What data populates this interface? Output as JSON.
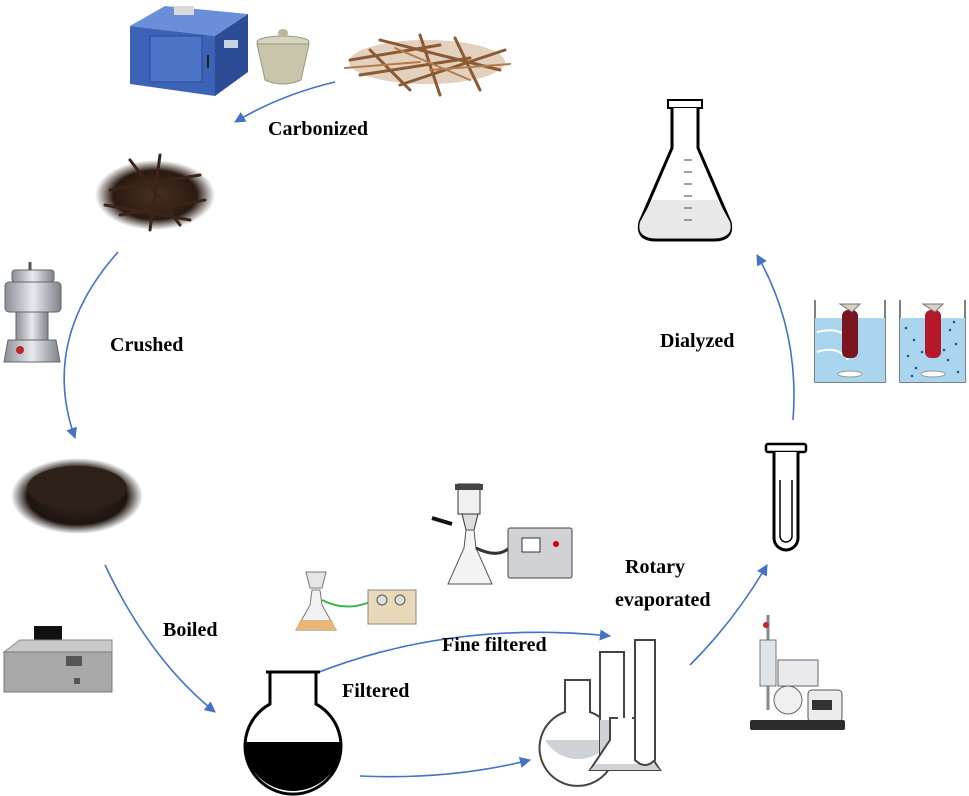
{
  "labels": {
    "carbonized": "Carbonized",
    "crushed": "Crushed",
    "boiled": "Boiled",
    "filtered": "Filtered",
    "fine_filtered": "Fine filtered",
    "rotary_line1": "Rotary",
    "rotary_line2": "evaporated",
    "dialyzed": "Dialyzed"
  },
  "colors": {
    "arrow": "#4472c4",
    "furnace": "#3d63b8",
    "straw": "#8a5a34",
    "char": "#2a1a12",
    "powder": "#1e1510",
    "dialysis_blue": "#a9d6ee",
    "dialysis_bag": "#7a1620"
  }
}
